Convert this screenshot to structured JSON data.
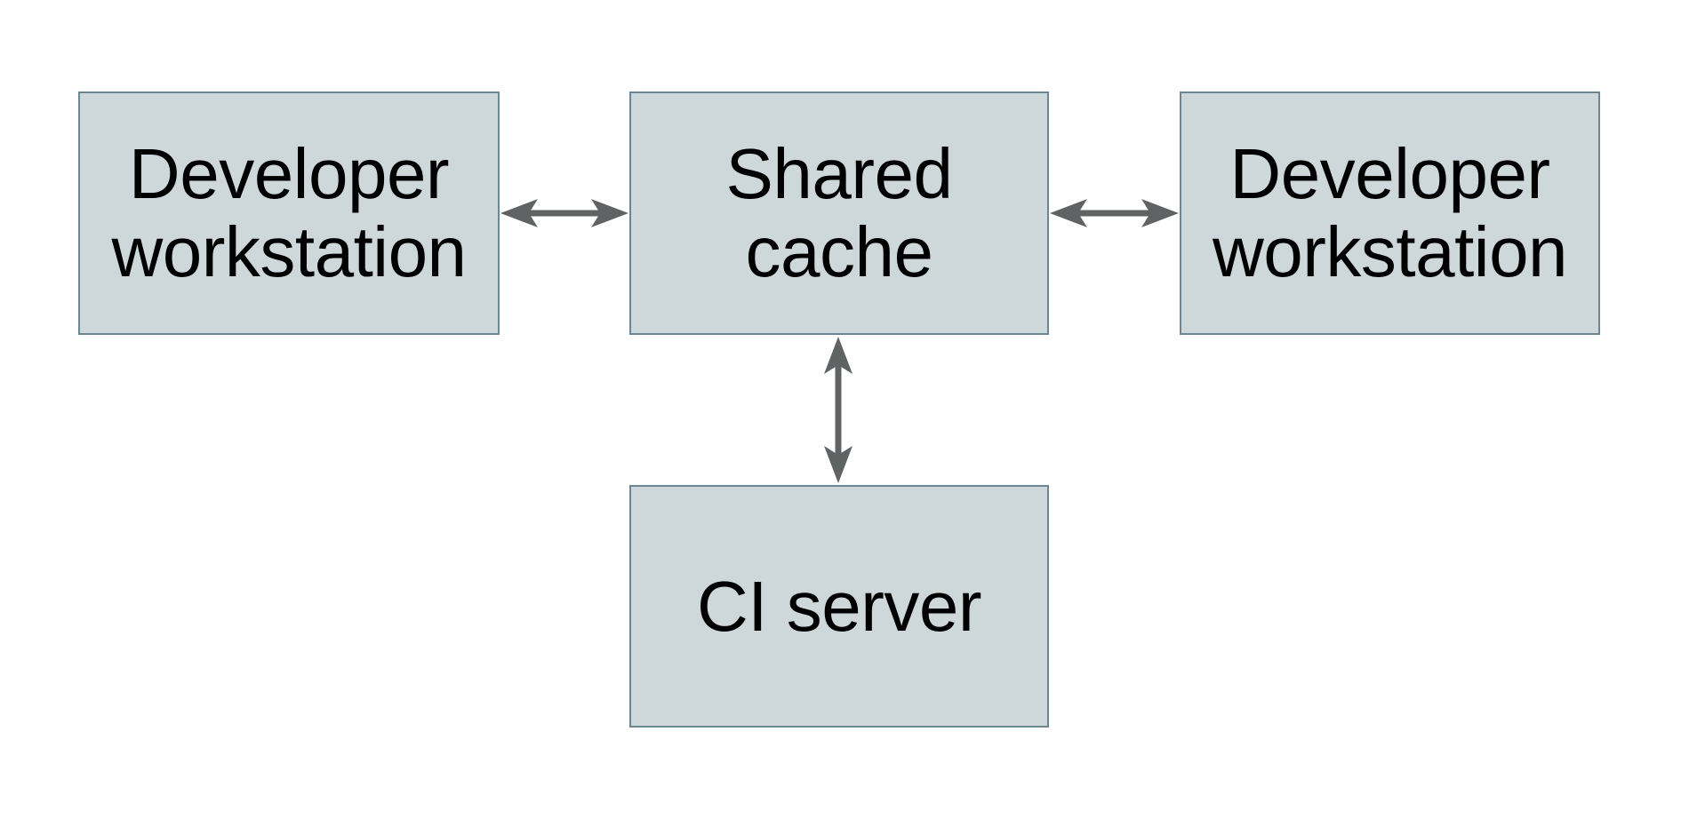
{
  "diagram": {
    "type": "architecture-diagram",
    "title": "",
    "colors": {
      "canvas-bg": "#ffffff",
      "box-fill": "#ced7da",
      "box-border": "#6d8695",
      "arrow-color": "#5f6364",
      "text-color": "#000000"
    },
    "nodes": [
      {
        "id": "developer-workstation-left",
        "label": "Developer workstation",
        "lines": [
          "Developer",
          "workstation"
        ]
      },
      {
        "id": "shared-cache",
        "label": "Shared cache",
        "lines": [
          "Shared",
          "cache"
        ]
      },
      {
        "id": "developer-workstation-right",
        "label": "Developer workstation",
        "lines": [
          "Developer",
          "workstation"
        ]
      },
      {
        "id": "ci-server",
        "label": "CI server",
        "lines": [
          "CI server"
        ]
      }
    ],
    "edges": [
      {
        "from": "developer-workstation-left",
        "to": "shared-cache",
        "direction": "bidirectional",
        "orientation": "horizontal"
      },
      {
        "from": "shared-cache",
        "to": "developer-workstation-right",
        "direction": "bidirectional",
        "orientation": "horizontal"
      },
      {
        "from": "shared-cache",
        "to": "ci-server",
        "direction": "bidirectional",
        "orientation": "vertical"
      }
    ]
  }
}
